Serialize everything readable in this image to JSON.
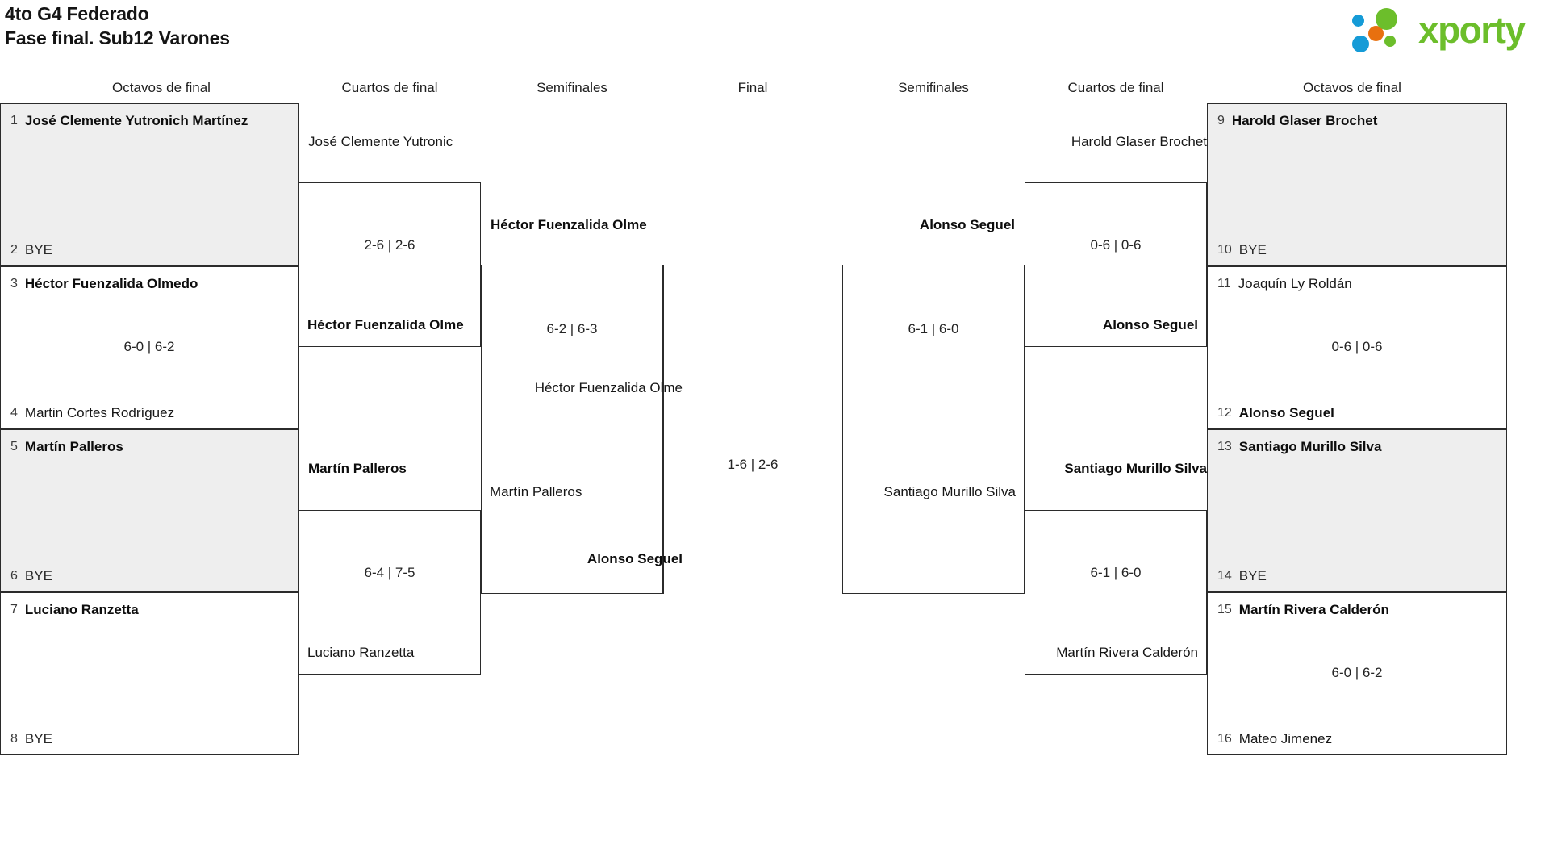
{
  "header": {
    "title_line1": "4to G4 Federado",
    "title_line2": "Fase final. Sub12 Varones",
    "logo_text": "xporty",
    "logo_colors": {
      "green": "#6cbe2b",
      "blue": "#159bd7",
      "orange": "#e8700f"
    }
  },
  "round_headers": {
    "left_r16": "Octavos de final",
    "left_qf": "Cuartos de final",
    "left_sf": "Semifinales",
    "final": "Final",
    "right_sf": "Semifinales",
    "right_qf": "Cuartos de final",
    "right_r16": "Octavos de final"
  },
  "left": {
    "r16": [
      {
        "shaded": true,
        "top": {
          "seed": "1",
          "name": "José Clemente Yutronich Martínez",
          "winner": true
        },
        "bottom": {
          "seed": "2",
          "name": "BYE",
          "winner": false
        },
        "score": ""
      },
      {
        "shaded": false,
        "top": {
          "seed": "3",
          "name": "Héctor Fuenzalida Olmedo",
          "winner": true
        },
        "bottom": {
          "seed": "4",
          "name": "Martin Cortes Rodríguez",
          "winner": false
        },
        "score": "6-0 | 6-2"
      },
      {
        "shaded": true,
        "top": {
          "seed": "5",
          "name": "Martín Palleros",
          "winner": true
        },
        "bottom": {
          "seed": "6",
          "name": "BYE",
          "winner": false
        },
        "score": ""
      },
      {
        "shaded": false,
        "top": {
          "seed": "7",
          "name": "Luciano Ranzetta",
          "winner": true
        },
        "bottom": {
          "seed": "8",
          "name": "BYE",
          "winner": false
        },
        "score": ""
      }
    ],
    "qf": [
      {
        "top": {
          "name": "José Clemente Yutronic",
          "winner": false
        },
        "bottom": {
          "name": "Héctor Fuenzalida Olme",
          "winner": true
        },
        "score": "2-6 | 2-6"
      },
      {
        "top": {
          "name": "Martín Palleros",
          "winner": true
        },
        "bottom": {
          "name": "Luciano Ranzetta",
          "winner": false
        },
        "score": "6-4 | 7-5"
      }
    ],
    "sf": [
      {
        "top": {
          "name": "Héctor Fuenzalida Olme",
          "winner": true
        },
        "bottom": {
          "name": "Martín Palleros",
          "winner": false
        },
        "score": "6-2 | 6-3"
      }
    ]
  },
  "final": {
    "top": {
      "name": "Héctor Fuenzalida Olme",
      "winner": false
    },
    "bottom": {
      "name": "Alonso Seguel",
      "winner": true
    },
    "score": "1-6 | 2-6"
  },
  "right": {
    "r16": [
      {
        "shaded": true,
        "top": {
          "seed": "9",
          "name": "Harold Glaser Brochet",
          "winner": true
        },
        "bottom": {
          "seed": "10",
          "name": "BYE",
          "winner": false
        },
        "score": ""
      },
      {
        "shaded": false,
        "top": {
          "seed": "11",
          "name": "Joaquín Ly Roldán",
          "winner": false
        },
        "bottom": {
          "seed": "12",
          "name": "Alonso Seguel",
          "winner": true
        },
        "score": "0-6 | 0-6"
      },
      {
        "shaded": true,
        "top": {
          "seed": "13",
          "name": "Santiago Murillo Silva",
          "winner": true
        },
        "bottom": {
          "seed": "14",
          "name": "BYE",
          "winner": false
        },
        "score": ""
      },
      {
        "shaded": false,
        "top": {
          "seed": "15",
          "name": "Martín Rivera Calderón",
          "winner": true
        },
        "bottom": {
          "seed": "16",
          "name": "Mateo Jimenez",
          "winner": false
        },
        "score": "6-0 | 6-2"
      }
    ],
    "qf": [
      {
        "top": {
          "name": "Harold Glaser Brochet",
          "winner": false
        },
        "bottom": {
          "name": "Alonso Seguel",
          "winner": true
        },
        "score": "0-6 | 0-6"
      },
      {
        "top": {
          "name": "Santiago Murillo Silva",
          "winner": true
        },
        "bottom": {
          "name": "Martín Rivera Calderón",
          "winner": false
        },
        "score": "6-1 | 6-0"
      }
    ],
    "sf": [
      {
        "top": {
          "name": "Alonso Seguel",
          "winner": true
        },
        "bottom": {
          "name": "Santiago Murillo Silva",
          "winner": false
        },
        "score": "6-1 | 6-0"
      }
    ]
  }
}
